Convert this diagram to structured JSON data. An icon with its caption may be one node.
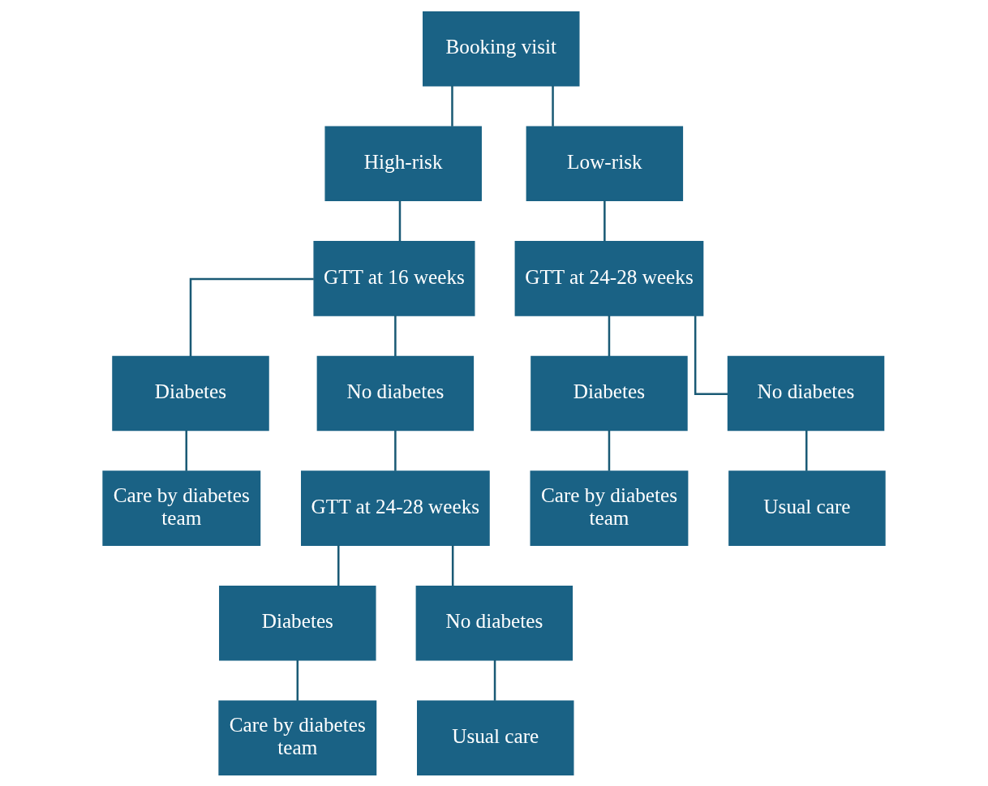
{
  "diagram": {
    "nodes": [
      {
        "text": [
          "Booking visit"
        ]
      },
      {
        "text": [
          "High-risk"
        ]
      },
      {
        "text": [
          "Low-risk"
        ]
      },
      {
        "text": [
          "GTT at 16 weeks"
        ]
      },
      {
        "text": [
          "GTT at 24-28 weeks"
        ]
      },
      {
        "text": [
          "Diabetes"
        ]
      },
      {
        "text": [
          "No diabetes"
        ]
      },
      {
        "text": [
          "Diabetes"
        ]
      },
      {
        "text": [
          "No diabetes"
        ]
      },
      {
        "text": [
          "Care by diabetes team"
        ]
      },
      {
        "text": [
          "GTT at 24-28 weeks"
        ]
      },
      {
        "text": [
          "Care by diabetes team"
        ]
      },
      {
        "text": [
          "Usual care"
        ]
      },
      {
        "text": [
          "Diabetes"
        ]
      },
      {
        "text": [
          "No diabetes"
        ]
      },
      {
        "text": [
          "Care by diabetes team"
        ]
      },
      {
        "text": [
          "Usual care"
        ]
      }
    ],
    "edges": [
      {
        "from": 0,
        "to": 1,
        "arrow": "none"
      },
      {
        "from": 0,
        "to": 2,
        "arrow": "none"
      },
      {
        "from": 1,
        "to": 3,
        "arrow": "none"
      },
      {
        "from": 2,
        "to": 4,
        "arrow": "none"
      },
      {
        "from": 3,
        "to": 5,
        "arrow": "none"
      },
      {
        "from": 3,
        "to": 6,
        "arrow": "none"
      },
      {
        "from": 4,
        "to": 7,
        "arrow": "none"
      },
      {
        "from": 4,
        "to": 8,
        "arrow": "none"
      },
      {
        "from": 5,
        "to": 9,
        "arrow": "none"
      },
      {
        "from": 6,
        "to": 10,
        "arrow": "none"
      },
      {
        "from": 7,
        "to": 11,
        "arrow": "none"
      },
      {
        "from": 8,
        "to": 12,
        "arrow": "none"
      },
      {
        "from": 10,
        "to": 13,
        "arrow": "none"
      },
      {
        "from": 10,
        "to": 14,
        "arrow": "none"
      },
      {
        "from": 13,
        "to": 15,
        "arrow": "none"
      },
      {
        "from": 14,
        "to": 16,
        "arrow": "none"
      }
    ]
  }
}
